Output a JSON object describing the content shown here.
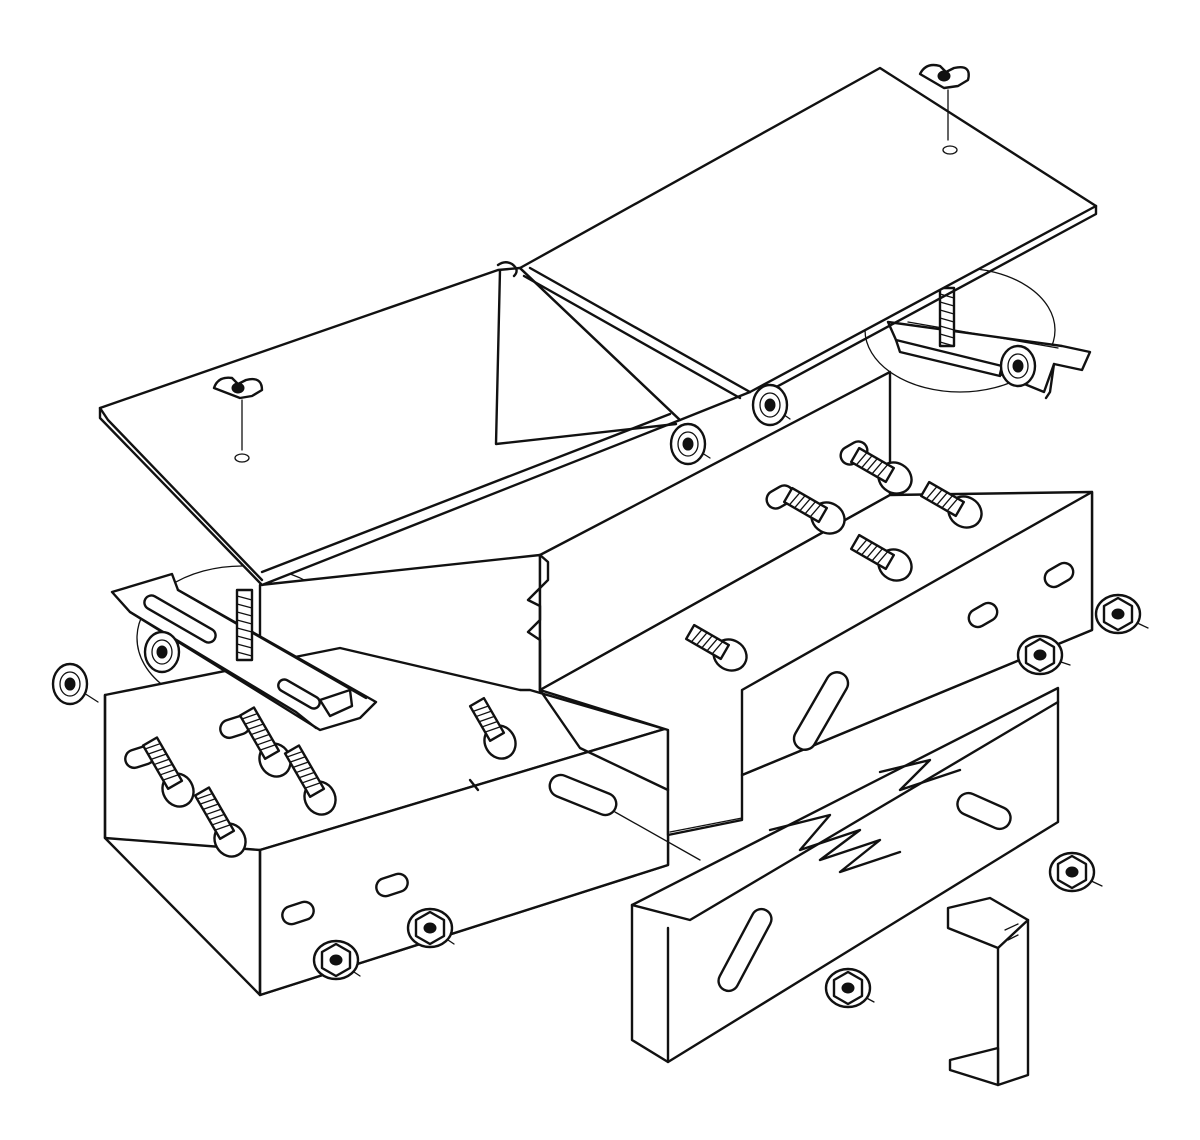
{
  "diagram": {
    "kind": "exploded-assembly-drawing",
    "line_color": "#111111",
    "background": "#ffffff",
    "parts": [
      "cover-plate-left",
      "cover-plate-right",
      "wing-nut",
      "threaded-stud",
      "channel-clamp",
      "tray-section-left",
      "tray-section-right",
      "splice-plate",
      "carriage-bolt",
      "flange-nut",
      "washer",
      "hanger-bracket"
    ],
    "text_labels": []
  }
}
